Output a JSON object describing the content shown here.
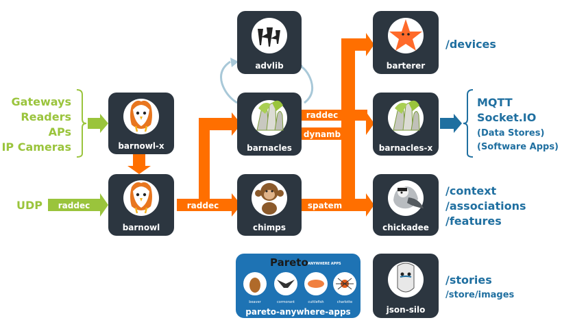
{
  "colors": {
    "orange": "#ff6f00",
    "green": "#9ac43c",
    "blue": "#1f6fa0",
    "node_bg": "#2c3640",
    "pareto_bg": "#1e73b4"
  },
  "inputs": {
    "sources": [
      "Gateways",
      "Readers",
      "APs",
      "IP Cameras"
    ],
    "udp": "UDP"
  },
  "nodes": {
    "barnowl_x": "barnowl-x",
    "barnowl": "barnowl",
    "advlib": "advlib",
    "barnacles": "barnacles",
    "chimps": "chimps",
    "barterer": "barterer",
    "barnacles_x": "barnacles-x",
    "chickadee": "chickadee",
    "json_silo": "json-silo"
  },
  "arrows": {
    "udp_raddec": "raddec",
    "barnowl_raddec": "raddec",
    "barnacles_raddec": "raddec",
    "barnacles_dynamb": "dynamb",
    "chimps_spatem": "spatem"
  },
  "apis": {
    "devices": "/devices",
    "mqtt": "MQTT",
    "socketio": "Socket.IO",
    "data_stores": "(Data Stores)",
    "software_apps": "(Software Apps)",
    "context": "/context",
    "associations": "/associations",
    "features": "/features",
    "stories": "/stories",
    "store_images": "/store/images"
  },
  "pareto": {
    "logo": "Pareto",
    "logo_sub": "ANYWHERE APPS",
    "apps": [
      "beaver",
      "cormorant",
      "cuttlefish",
      "charlotte"
    ],
    "label": "pareto-anywhere-apps"
  }
}
